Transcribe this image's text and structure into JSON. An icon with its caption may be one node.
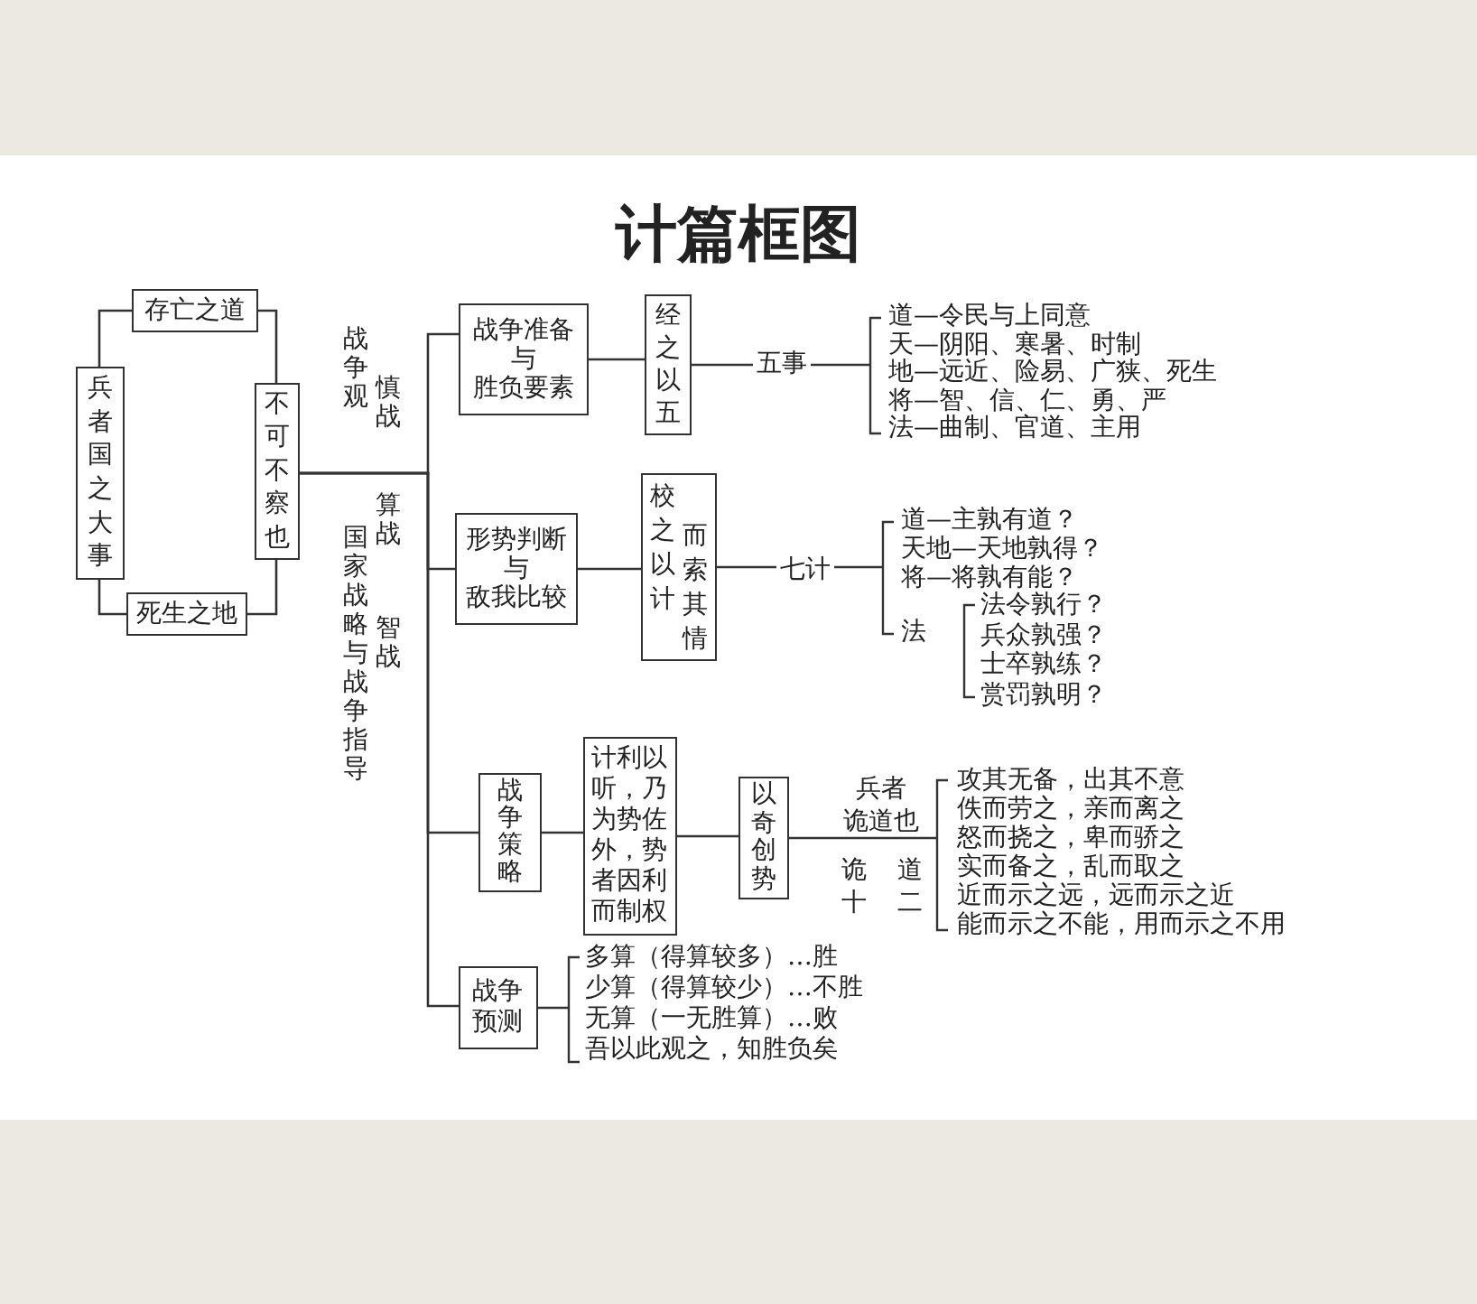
{
  "diagram": {
    "title": "计篇框图",
    "nodes": [
      {
        "text": [
          "存亡之道"
        ]
      },
      {
        "text": [
          "兵者国之大事"
        ]
      },
      {
        "text": [
          "不可不察也"
        ]
      },
      {
        "text": [
          "死生之地"
        ]
      },
      {
        "text": [
          "战争准备与胜负要素"
        ]
      },
      {
        "text": [
          "经之以五"
        ]
      },
      {
        "text": [
          "形势判断与敌我比较"
        ]
      },
      {
        "text": [
          "校之以计",
          "而索其情"
        ]
      },
      {
        "text": [
          "战争策略"
        ]
      },
      {
        "text": [
          "计利以听，乃为势佐外，势者因利而制权"
        ]
      },
      {
        "text": [
          "以奇创势"
        ]
      },
      {
        "text": [
          "战争预测"
        ]
      }
    ],
    "edges": [
      {
        "from": 1,
        "to": 0,
        "arrow": "none"
      },
      {
        "from": 0,
        "to": 2,
        "arrow": "none"
      },
      {
        "from": 2,
        "to": 3,
        "arrow": "none"
      },
      {
        "from": 3,
        "to": 1,
        "arrow": "none"
      },
      {
        "from": 2,
        "to": 4,
        "arrow": "none"
      },
      {
        "from": 2,
        "to": 6,
        "arrow": "none"
      },
      {
        "from": 2,
        "to": 8,
        "arrow": "none"
      },
      {
        "from": 2,
        "to": 11,
        "arrow": "none"
      },
      {
        "from": 4,
        "to": 5,
        "arrow": "none"
      },
      {
        "from": 5,
        "to": null,
        "arrow": "none",
        "label": "五事"
      },
      {
        "from": 6,
        "to": 7,
        "arrow": "none"
      },
      {
        "from": 7,
        "to": null,
        "arrow": "none",
        "label": "七计"
      },
      {
        "from": 8,
        "to": 9,
        "arrow": "none"
      },
      {
        "from": 9,
        "to": 10,
        "arrow": "none"
      },
      {
        "from": 10,
        "to": null,
        "arrow": "none"
      },
      {
        "from": 11,
        "to": null,
        "arrow": "none"
      }
    ],
    "labels": [
      "战争观",
      "慎战",
      "算战",
      "国家战略与战争指导",
      "智战",
      "道—令民与上同意",
      "天—阴阳、寒暑、时制",
      "地—远近、险易、广狭、死生",
      "将—智、信、仁、勇、严",
      "法—曲制、官道、主用",
      "道—主孰有道？",
      "天地—天地孰得？",
      "将—将孰有能？",
      "法",
      "法令孰行？",
      "兵众孰强？",
      "士卒孰练？",
      "赏罚孰明？",
      "兵者诡道也",
      "诡道十二",
      "攻其无备，出其不意",
      "佚而劳之，亲而离之",
      "怒而挠之，卑而骄之",
      "实而备之，乱而取之",
      "近而示之远，远而示之近",
      "能而示之不能，用而示之不用",
      "多算（得算较多）…胜",
      "少算（得算较少）…不胜",
      "无算（一无胜算）…败",
      "吾以此观之，知胜负矣"
    ]
  }
}
